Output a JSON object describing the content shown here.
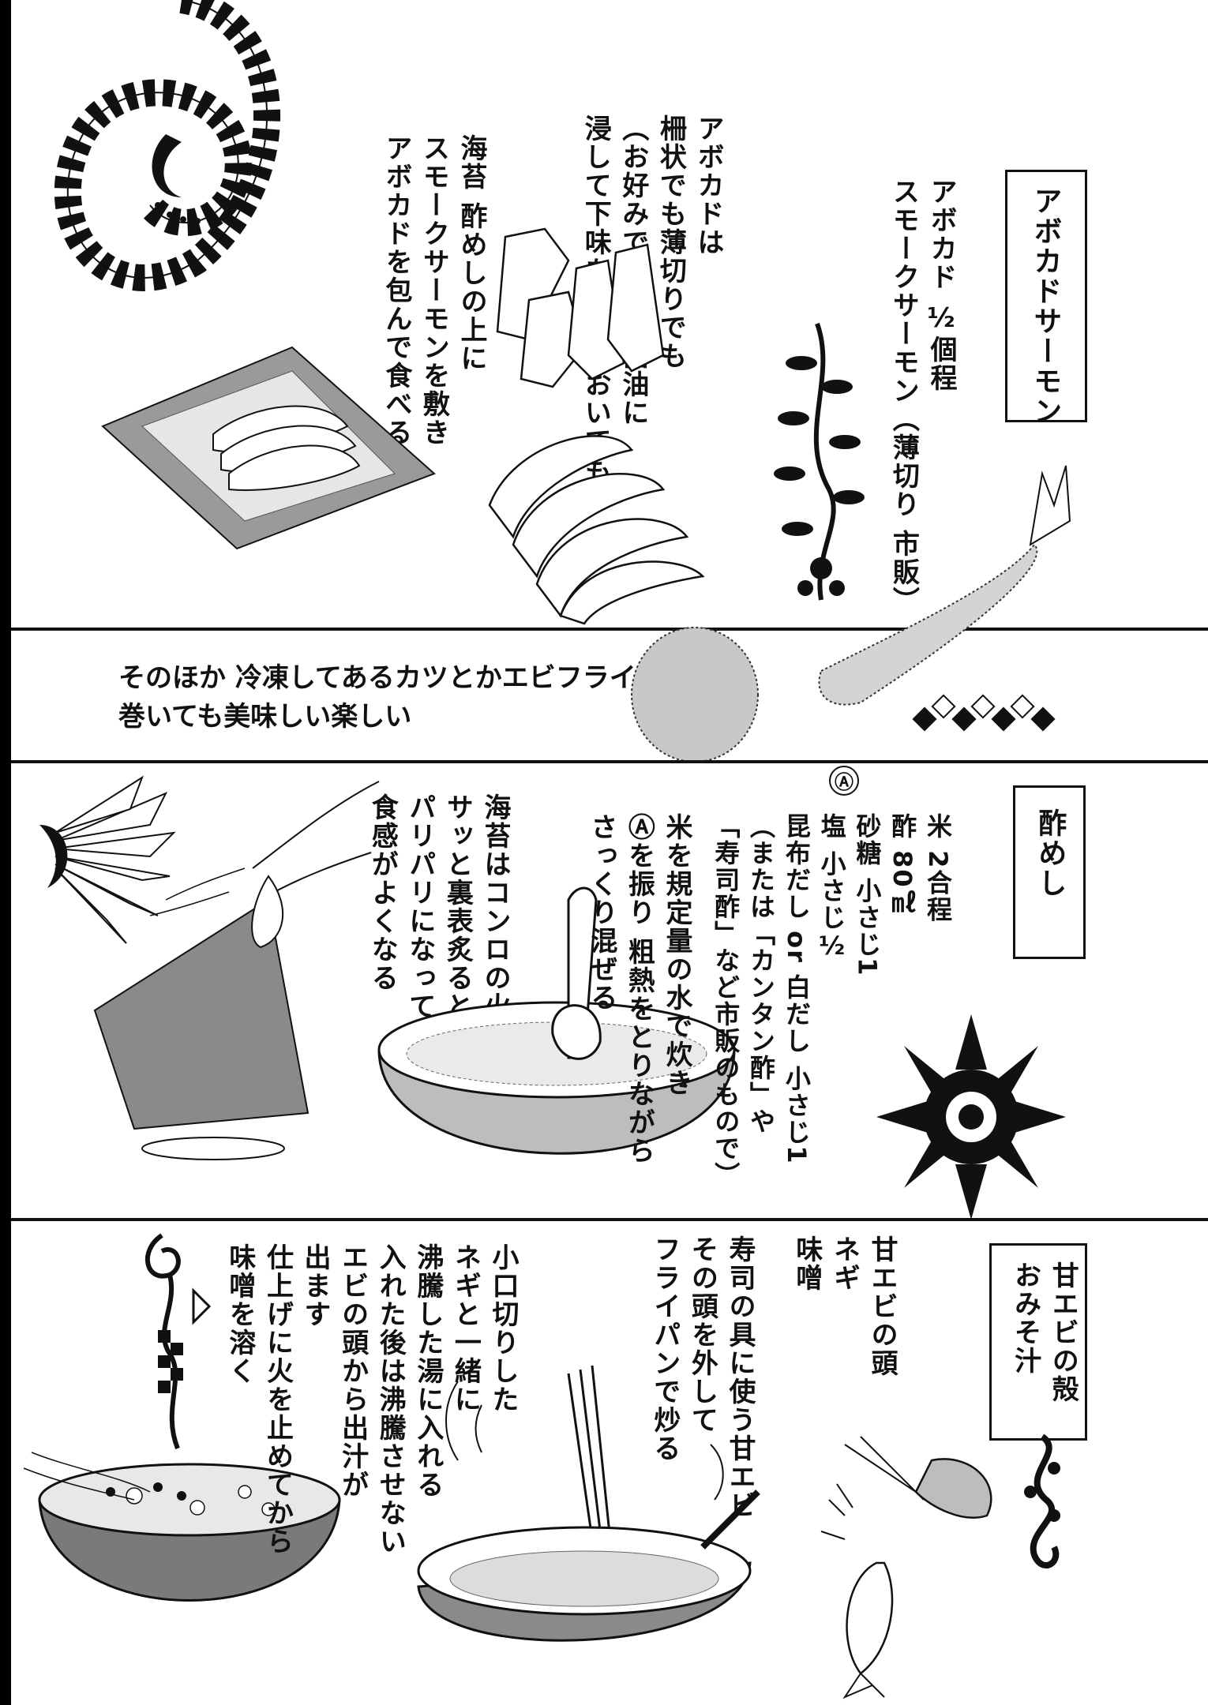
{
  "panel1": {
    "title": "アボカドサーモン",
    "ingredients": "アボカド ½個程\nスモークサーモン（薄切り 市販）",
    "avocado_note": "アボカドは\n柵状でも薄切りでも\n（お好みでわさび醤油に\n浸して下味をつけておいても）",
    "wrap_note": "海苔 酢めしの上に\nスモークサーモンを敷き\nアボカドを包んで食べる"
  },
  "panel2": {
    "text": "そのほか 冷凍してあるカツとかエビフライを\n巻いても美味しい楽しい"
  },
  "panel3": {
    "title": "酢めし",
    "ingredients": "米 2合程\n酢 80㎖\n砂糖 小さじ1\n塩 小さじ½\n昆布だし or 白だし 小さじ1\n（または「カンタン酢」や\n「寿司酢」など市販のもので）",
    "marker": "Ⓐ",
    "rice_note": "米を規定量の水で炊き\nⒶを振り 粗熱をとりながら\nさっくり混ぜる",
    "nori_note": "海苔はコンロの火で\nサッと裏表炙ると\nパリパリになって\n食感がよくなる"
  },
  "panel4": {
    "title": "甘エビの殻\nおみそ汁",
    "ingredients": "甘エビの頭\nネギ\n味噌",
    "fry_note": "寿司の具に使う甘エビ\nその頭を外して\nフライパンで炒る",
    "boil_note": "小口切りした\nネギと一緒に\n沸騰した湯に入れる\n入れた後は沸騰させない\nエビの頭から出汁が\n出ます\n仕上げに火を止めてから\n味噌を溶く"
  },
  "colors": {
    "ink": "#111111",
    "tone": "#8a8a8a",
    "tone_light": "#cfcfcf",
    "paper": "#ffffff"
  }
}
